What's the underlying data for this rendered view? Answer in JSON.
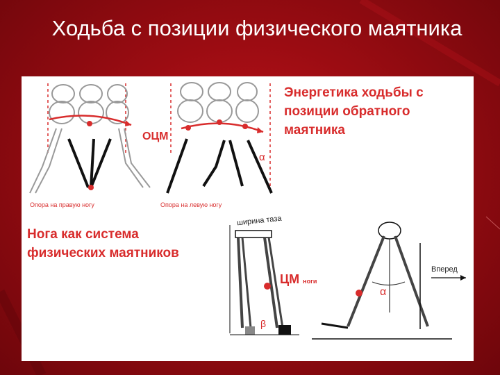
{
  "slide": {
    "title": "Ходьба с позиции физического маятника"
  },
  "panel": {
    "energy_heading": "Энергетика ходьбы с позиции обратного маятника",
    "ocm_label": "ОЦМ",
    "alpha_top": "α",
    "support_right": "Опора на правую ногу",
    "support_left": "Опора на левую ногу",
    "leg_heading": "Нога как система физических маятников",
    "pelvis_width": "ширина таза",
    "cm_label": "ЦМ",
    "cm_sub": "ноги",
    "beta": "β",
    "alpha_bottom": "α",
    "forward": "Вперед"
  },
  "colors": {
    "background": "#9a0c12",
    "accent": "#d82c2c",
    "title_text": "#ffffff",
    "panel": "#ffffff"
  }
}
